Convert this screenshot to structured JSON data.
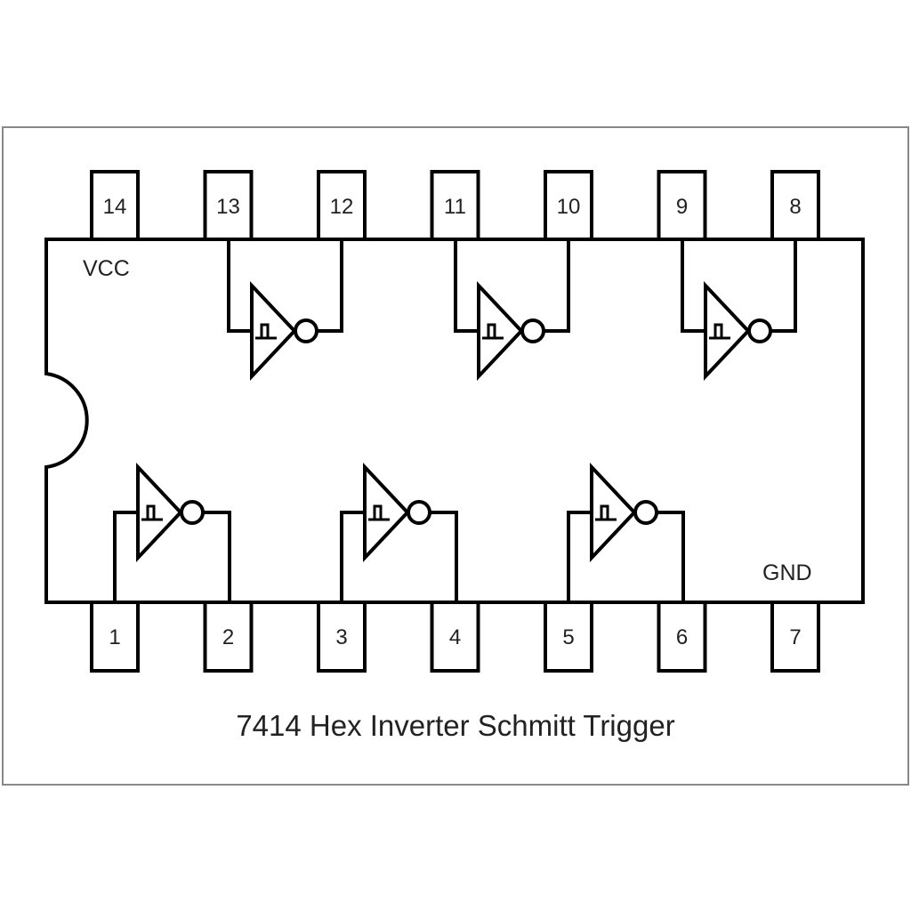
{
  "title": "7414 Hex Inverter Schmitt Trigger",
  "labels": {
    "vcc": "VCC",
    "gnd": "GND"
  },
  "top_pins": [
    "14",
    "13",
    "12",
    "11",
    "10",
    "9",
    "8"
  ],
  "bottom_pins": [
    "1",
    "2",
    "3",
    "4",
    "5",
    "6",
    "7"
  ],
  "colors": {
    "line": "#000000",
    "frame": "#888888",
    "text": "#222222"
  }
}
